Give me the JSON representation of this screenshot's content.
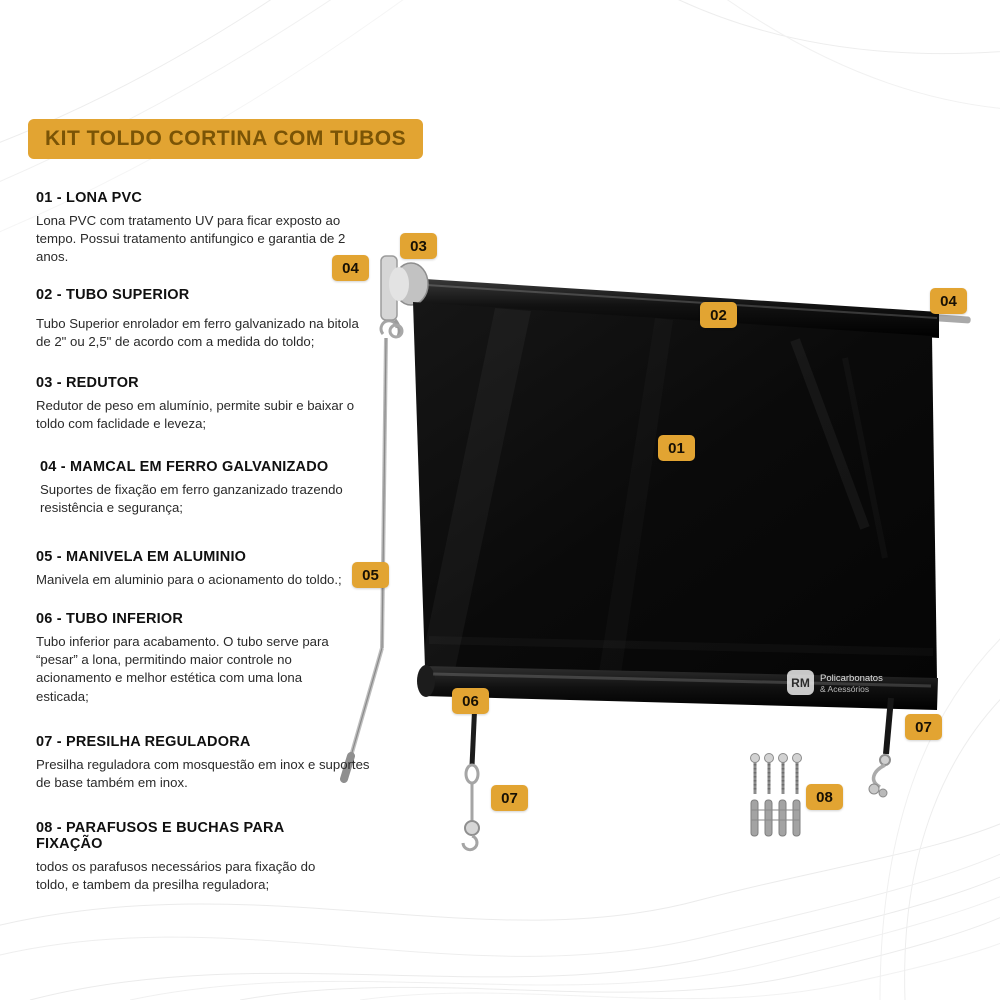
{
  "title": "KIT TOLDO CORTINA COM TUBOS",
  "sections": [
    {
      "heading": "01 - LONA PVC",
      "body": "Lona PVC com tratamento UV para ficar exposto ao tempo. Possui tratamento antifungico e garantia de 2 anos."
    },
    {
      "heading": "02 - TUBO SUPERIOR",
      "body": "Tubo Superior enrolador em ferro galvanizado na bitola de 2\" ou 2,5\" de acordo com a medida do toldo;"
    },
    {
      "heading": "03 - REDUTOR",
      "body": "Redutor de peso em alumínio, permite subir e baixar o toldo com faclidade e leveza;"
    },
    {
      "heading": "04 - MAMCAL  EM FERRO GALVANIZADO",
      "body": "Suportes de fixação em ferro ganzanizado trazendo resistência e segurança;"
    },
    {
      "heading": "05 - MANIVELA EM ALUMINIO",
      "body": "Manivela em aluminio para o acionamento do toldo.;"
    },
    {
      "heading": "06 - TUBO INFERIOR",
      "body": "Tubo inferior para acabamento. O tubo serve para “pesar” a lona, permitindo maior controle no acionamento e melhor estética com uma lona esticada;"
    },
    {
      "heading": "07 - PRESILHA REGULADORA",
      "body": "Presilha reguladora com mosquestão em inox e suportes de base também em inox."
    },
    {
      "heading": "08 - PARAFUSOS E BUCHAS PARA FIXAÇÃO",
      "body": "todos os parafusos necessários para fixação do toldo, e tambem da presilha reguladora;"
    }
  ],
  "callouts": [
    {
      "label": "03"
    },
    {
      "label": "04"
    },
    {
      "label": "02"
    },
    {
      "label": "04"
    },
    {
      "label": "01"
    },
    {
      "label": "05"
    },
    {
      "label": "06"
    },
    {
      "label": "07"
    },
    {
      "label": "07"
    },
    {
      "label": "08"
    }
  ],
  "brand": {
    "abbr": "RM",
    "line1": "Policarbonatos",
    "line2": "& Acessórios"
  },
  "colors": {
    "accent": "#E2A432",
    "accent_text": "#7A5406",
    "canvas_black": "#0b0b0b"
  }
}
